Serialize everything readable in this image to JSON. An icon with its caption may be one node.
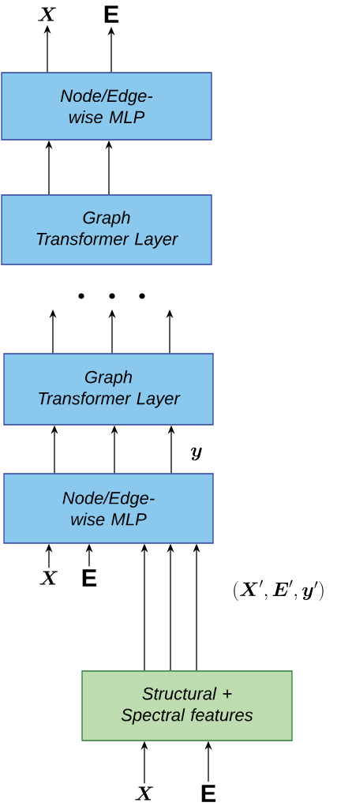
{
  "diagram": {
    "nodes": [
      {
        "text": [
          "Node/Edge-wise MLP"
        ]
      },
      {
        "text": [
          "Graph Transformer Layer"
        ]
      },
      {
        "text": [
          "Graph Transformer Layer"
        ]
      },
      {
        "text": [
          "Node/Edge-wise MLP"
        ]
      },
      {
        "text": [
          "Structural + Spectral features"
        ]
      },
      {
        "text": [
          "\\boldsymbol{X}"
        ]
      },
      {
        "text": [
          "E"
        ]
      },
      {
        "text": [
          "\\boldsymbol{X}"
        ]
      },
      {
        "text": [
          "E"
        ]
      },
      {
        "text": [
          "\\boldsymbol{X}"
        ]
      },
      {
        "text": [
          "E"
        ]
      }
    ],
    "edges": [
      {
        "from": 0,
        "to": 5,
        "arrow": "to"
      },
      {
        "from": 0,
        "to": 6,
        "arrow": "to"
      },
      {
        "from": 1,
        "to": 0,
        "arrow": "to"
      },
      {
        "from": 1,
        "to": 0,
        "arrow": "to"
      },
      {
        "from": 2,
        "to": null,
        "arrow": "to"
      },
      {
        "from": 2,
        "to": null,
        "arrow": "to"
      },
      {
        "from": 2,
        "to": null,
        "arrow": "to"
      },
      {
        "from": 3,
        "to": 2,
        "arrow": "to"
      },
      {
        "from": 3,
        "to": 2,
        "arrow": "to"
      },
      {
        "from": 3,
        "to": 2,
        "arrow": "to",
        "label": "\\boldsymbol{y}"
      },
      {
        "from": 7,
        "to": 3,
        "arrow": "to"
      },
      {
        "from": 8,
        "to": 3,
        "arrow": "to"
      },
      {
        "from": 4,
        "to": 3,
        "arrow": "to"
      },
      {
        "from": 4,
        "to": 3,
        "arrow": "to"
      },
      {
        "from": 4,
        "to": 3,
        "arrow": "to"
      },
      {
        "from": 9,
        "to": 4,
        "arrow": "to"
      },
      {
        "from": 10,
        "to": 4,
        "arrow": "to"
      }
    ],
    "labels": [
      "(\\boldsymbol{X}', \\boldsymbol{E}', \\boldsymbol{y}')"
    ]
  }
}
